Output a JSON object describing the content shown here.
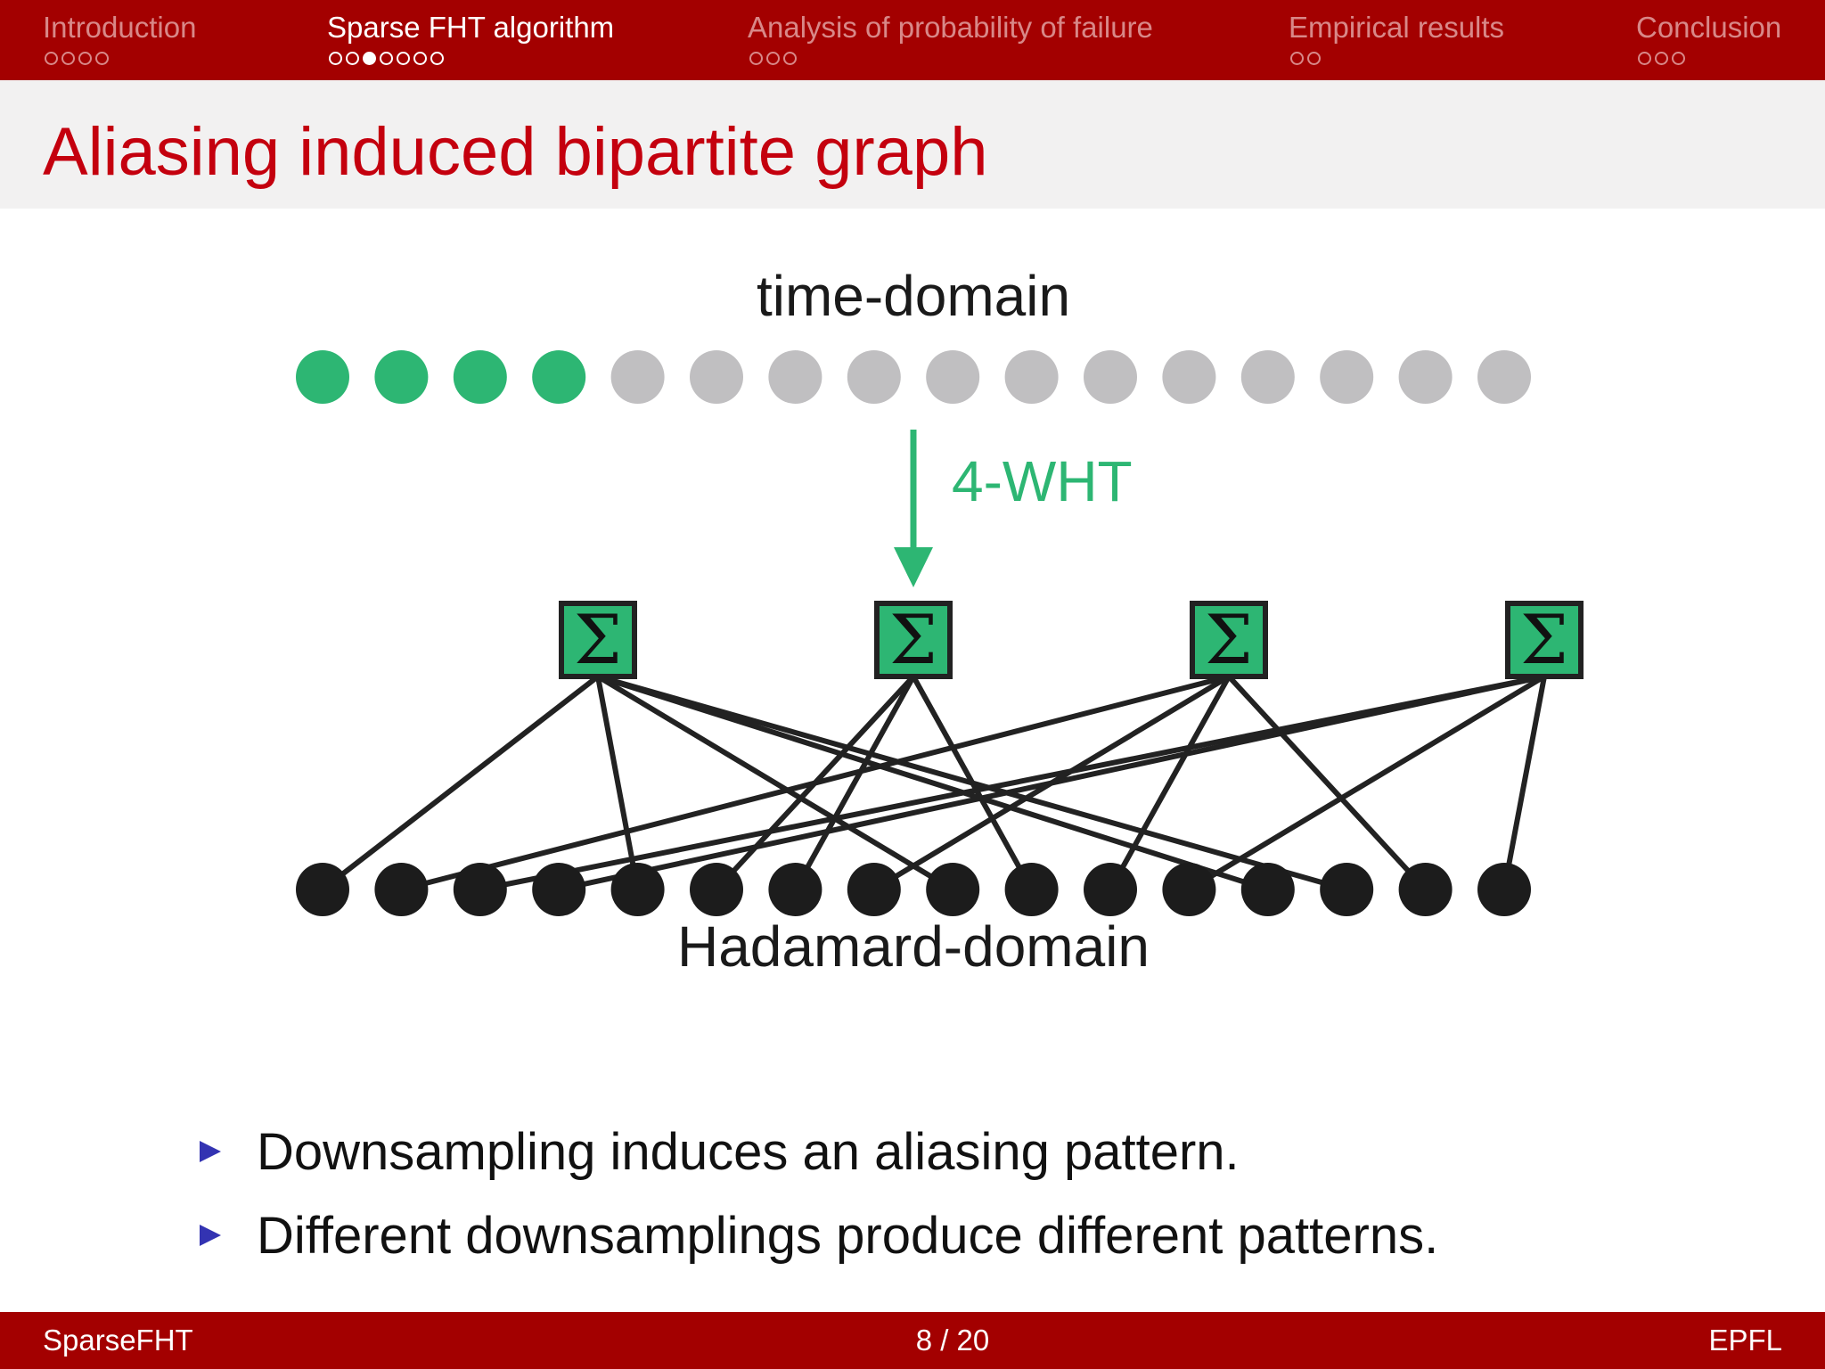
{
  "nav": {
    "sections": [
      {
        "label": "Introduction",
        "dots": 4,
        "filled": -1,
        "active": false
      },
      {
        "label": "Sparse FHT algorithm",
        "dots": 7,
        "filled": 2,
        "active": true
      },
      {
        "label": "Analysis of probability of failure",
        "dots": 3,
        "filled": -1,
        "active": false
      },
      {
        "label": "Empirical results",
        "dots": 2,
        "filled": -1,
        "active": false
      },
      {
        "label": "Conclusion",
        "dots": 3,
        "filled": -1,
        "active": false
      }
    ]
  },
  "slide": {
    "title": "Aliasing induced bipartite graph"
  },
  "diagram": {
    "top_label": "time-domain",
    "bottom_label": "Hadamard-domain",
    "arrow_label": "4-WHT",
    "sum_symbol": "Σ",
    "time_nodes": 16,
    "highlighted_time_nodes": 4,
    "check_nodes": 4,
    "hadamard_nodes": 16,
    "colors": {
      "green": "#2db673",
      "gray": "#c0bfc1",
      "black": "#1c1c1c",
      "edge": "#222222"
    }
  },
  "bullets": [
    "Downsampling induces an aliasing pattern.",
    "Different downsamplings produce different patterns."
  ],
  "footer": {
    "left": "SparseFHT",
    "page": "8 / 20",
    "right": "EPFL"
  }
}
